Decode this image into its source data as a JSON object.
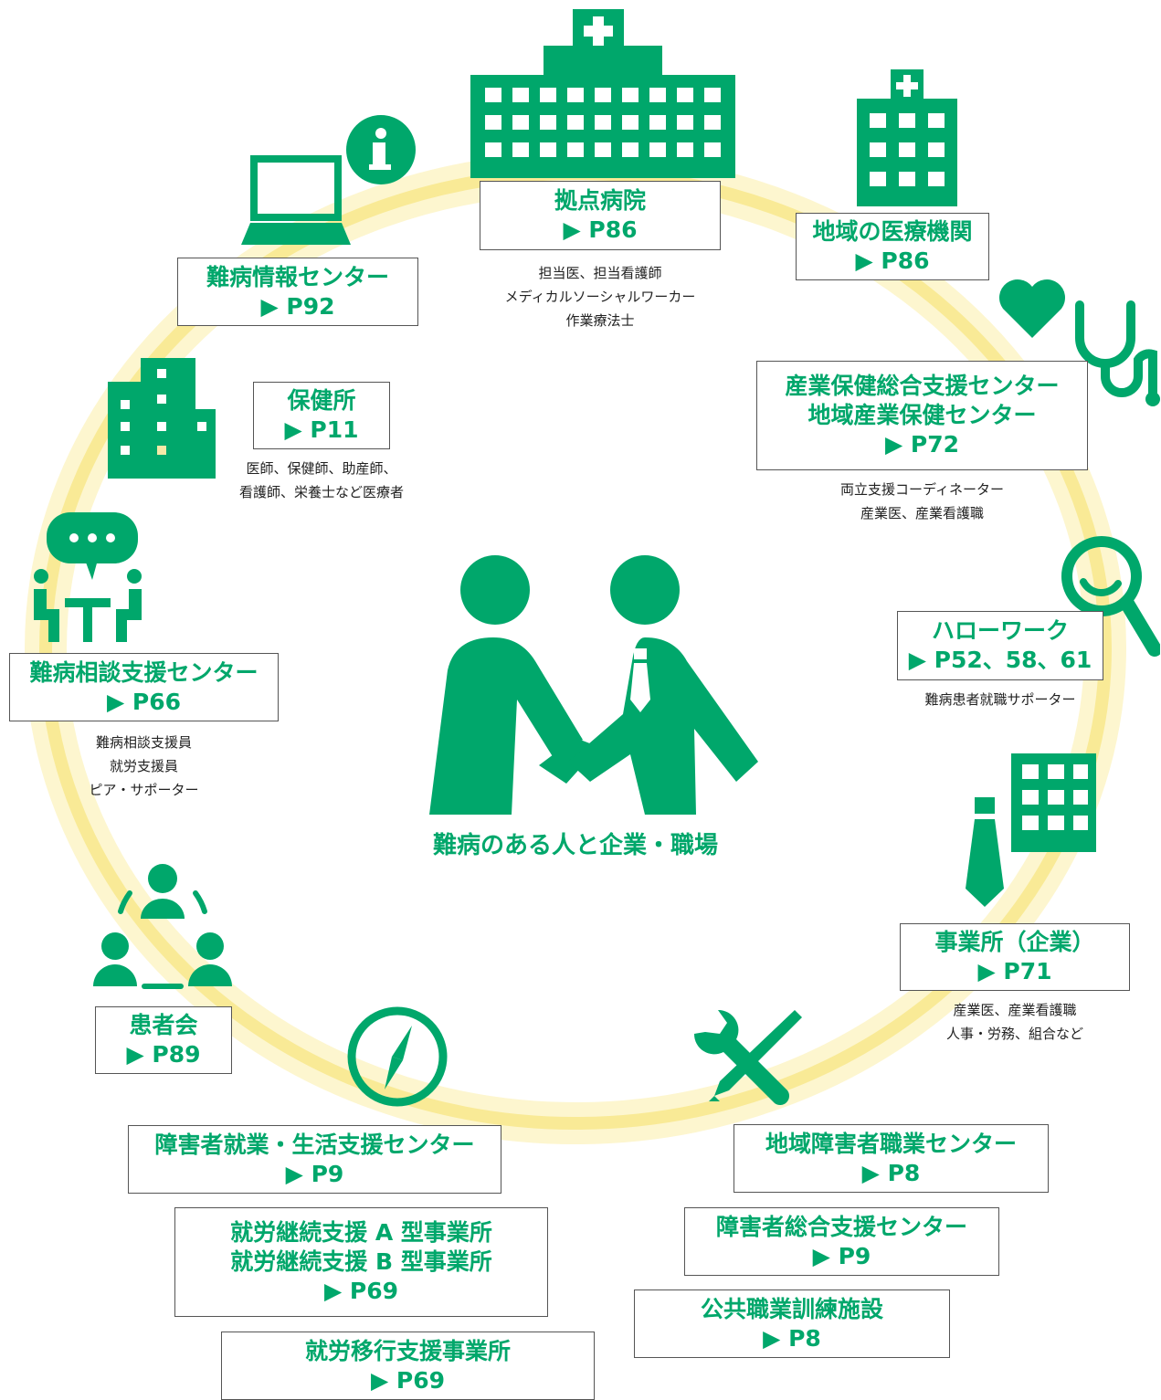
{
  "colors": {
    "accent": "#00a76b",
    "ring": "#fbeea0",
    "text": "#222222"
  },
  "center": {
    "title": "難病のある人と企業・職場",
    "icon": "handshake-people-icon"
  },
  "nodes": [
    {
      "id": "kyoten",
      "icon": "hospital-icon",
      "name": "拠点病院",
      "page": "▶ P86",
      "desc": [
        "担当医、担当看護師",
        "メディカルソーシャルワーカー",
        "作業療法士"
      ]
    },
    {
      "id": "chiiki-iryo",
      "icon": "clinic-icon",
      "name": "地域の医療機関",
      "page": "▶ P86",
      "desc": []
    },
    {
      "id": "sangyo-hoken",
      "icon": "heart-stethoscope-icon",
      "name_lines": [
        "産業保健総合支援センター",
        "地域産業保健センター"
      ],
      "page": "▶ P72",
      "desc": [
        "両立支援コーディネーター",
        "産業医、産業看護職"
      ]
    },
    {
      "id": "hellowork",
      "icon": "magnifier-icon",
      "name": "ハローワーク",
      "page": "▶ P52、58、61",
      "desc": [
        "難病患者就職サポーター"
      ]
    },
    {
      "id": "jigyosho",
      "icon": "office-tie-icon",
      "name": "事業所（企業）",
      "page": "▶ P71",
      "desc": [
        "産業医、産業看護職",
        "人事・労務、組合など"
      ]
    },
    {
      "id": "chiiki-shogai",
      "icon": "wrench-pencil-icon",
      "name": "地域障害者職業センター",
      "page": "▶ P8",
      "desc": []
    },
    {
      "id": "shogai-sogo",
      "name": "障害者総合支援センター",
      "page": "▶ P9",
      "desc": []
    },
    {
      "id": "kokyo",
      "name": "公共職業訓練施設",
      "page": "▶ P8",
      "desc": []
    },
    {
      "id": "shugyo-seikatsu",
      "icon": "compass-icon",
      "name": "障害者就業・生活支援センター",
      "page": "▶ P9",
      "desc": []
    },
    {
      "id": "keizoku",
      "name_lines": [
        "就労継続支援 A 型事業所",
        "就労継続支援 B 型事業所"
      ],
      "page": "▶ P69",
      "desc": []
    },
    {
      "id": "ikou",
      "name": "就労移行支援事業所",
      "page": "▶ P69",
      "desc": []
    },
    {
      "id": "kanjakai",
      "icon": "group-circle-icon",
      "name": "患者会",
      "page": "▶ P89",
      "desc": []
    },
    {
      "id": "sodan",
      "icon": "consultation-icon",
      "name": "難病相談支援センター",
      "page": "▶ P66",
      "desc": [
        "難病相談支援員",
        "就労支援員",
        "ピア・サポーター"
      ]
    },
    {
      "id": "hokenjo",
      "icon": "buildings-icon",
      "name": "保健所",
      "page": "▶ P11",
      "desc": [
        "医師、保健師、助産師、",
        "看護師、栄養士など医療者"
      ]
    },
    {
      "id": "joho",
      "icon": "laptop-info-icon",
      "name": "難病情報センター",
      "page": "▶ P92",
      "desc": []
    }
  ]
}
